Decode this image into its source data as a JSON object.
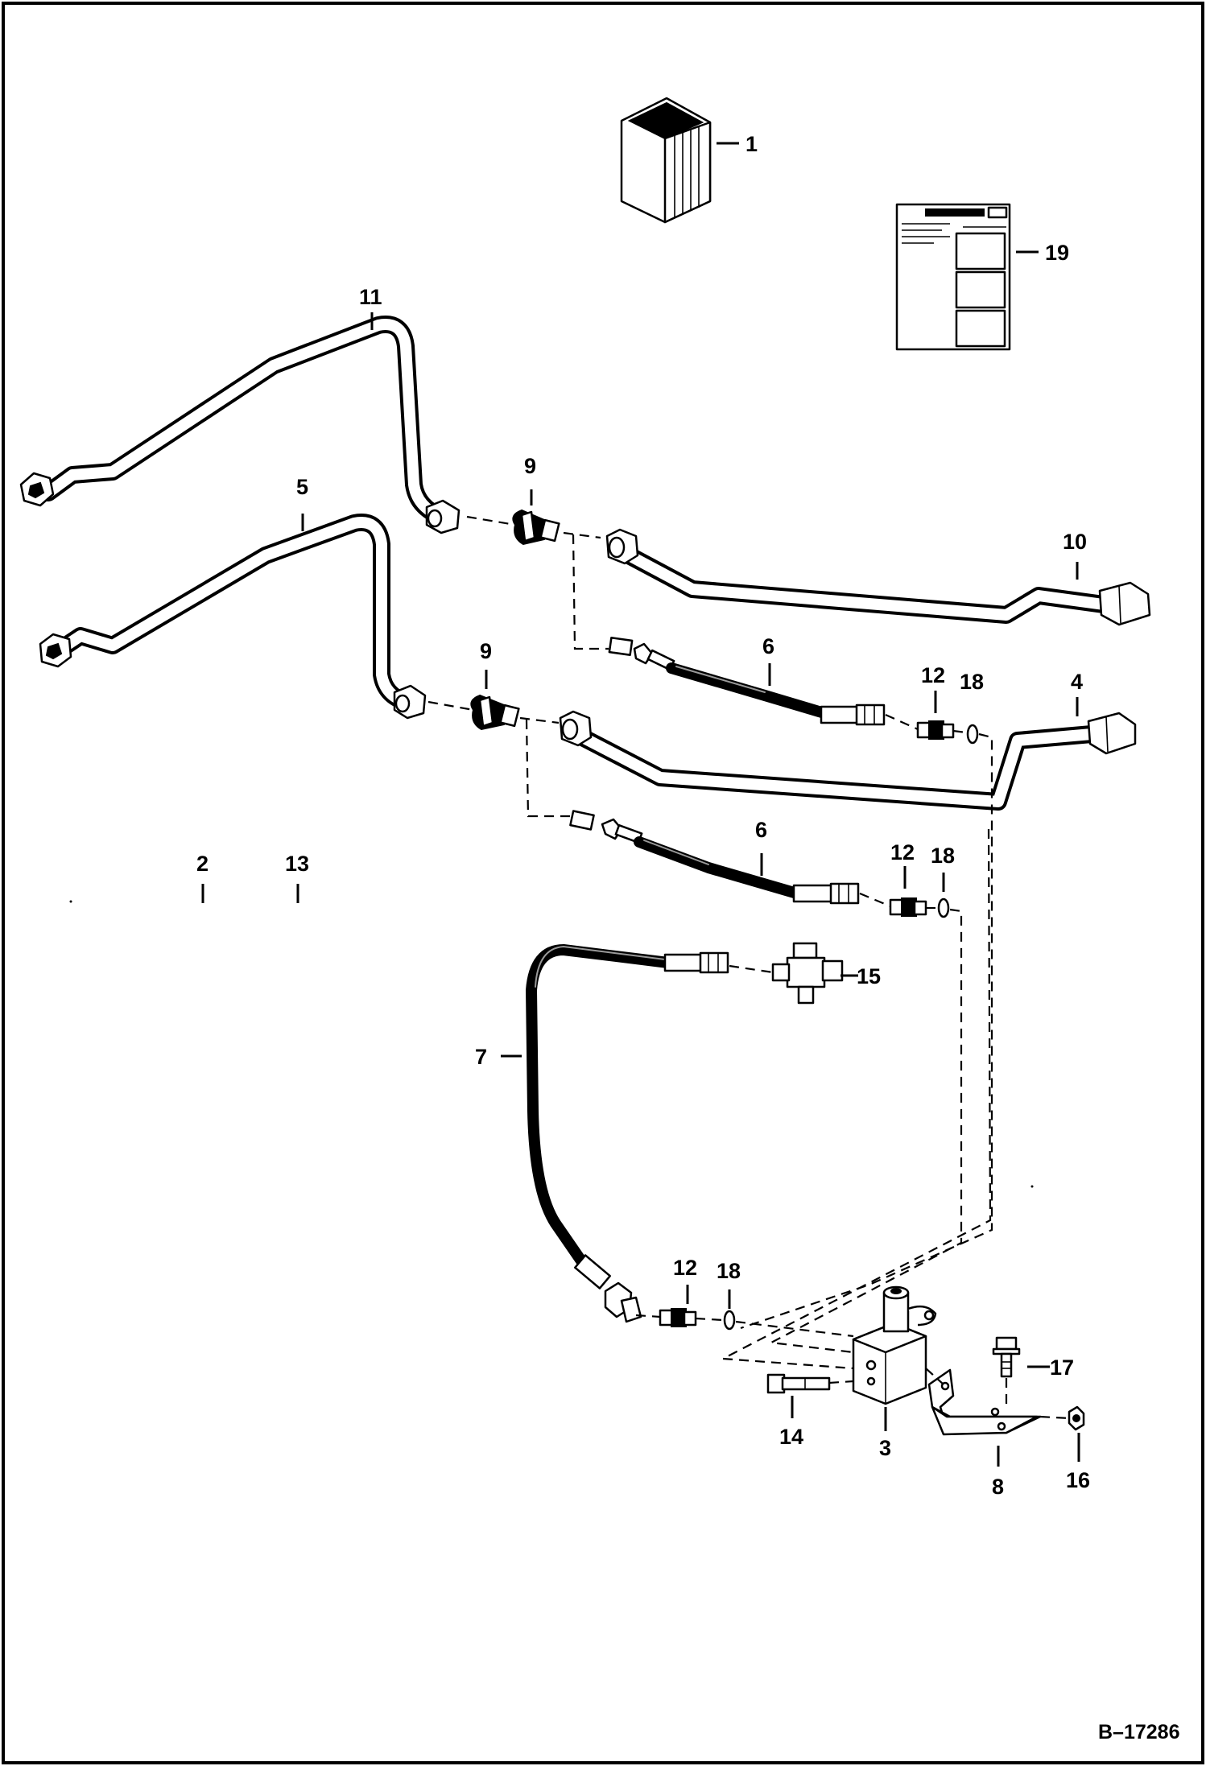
{
  "diagram": {
    "reference_code": "B–17286",
    "callouts": [
      {
        "id": "c1",
        "label": "1"
      },
      {
        "id": "c19",
        "label": "19"
      },
      {
        "id": "c11",
        "label": "11"
      },
      {
        "id": "c5",
        "label": "5"
      },
      {
        "id": "c9a",
        "label": "9"
      },
      {
        "id": "c10",
        "label": "10"
      },
      {
        "id": "c9b",
        "label": "9"
      },
      {
        "id": "c6a",
        "label": "6"
      },
      {
        "id": "c12a",
        "label": "12"
      },
      {
        "id": "c18a",
        "label": "18"
      },
      {
        "id": "c4",
        "label": "4"
      },
      {
        "id": "c6b",
        "label": "6"
      },
      {
        "id": "c2",
        "label": "2"
      },
      {
        "id": "c13",
        "label": "13"
      },
      {
        "id": "c12b",
        "label": "12"
      },
      {
        "id": "c18b",
        "label": "18"
      },
      {
        "id": "c15",
        "label": "15"
      },
      {
        "id": "c7",
        "label": "7"
      },
      {
        "id": "c12c",
        "label": "12"
      },
      {
        "id": "c18c",
        "label": "18"
      },
      {
        "id": "c17",
        "label": "17"
      },
      {
        "id": "c14",
        "label": "14"
      },
      {
        "id": "c3",
        "label": "3"
      },
      {
        "id": "c8",
        "label": "8"
      },
      {
        "id": "c16",
        "label": "16"
      }
    ]
  }
}
